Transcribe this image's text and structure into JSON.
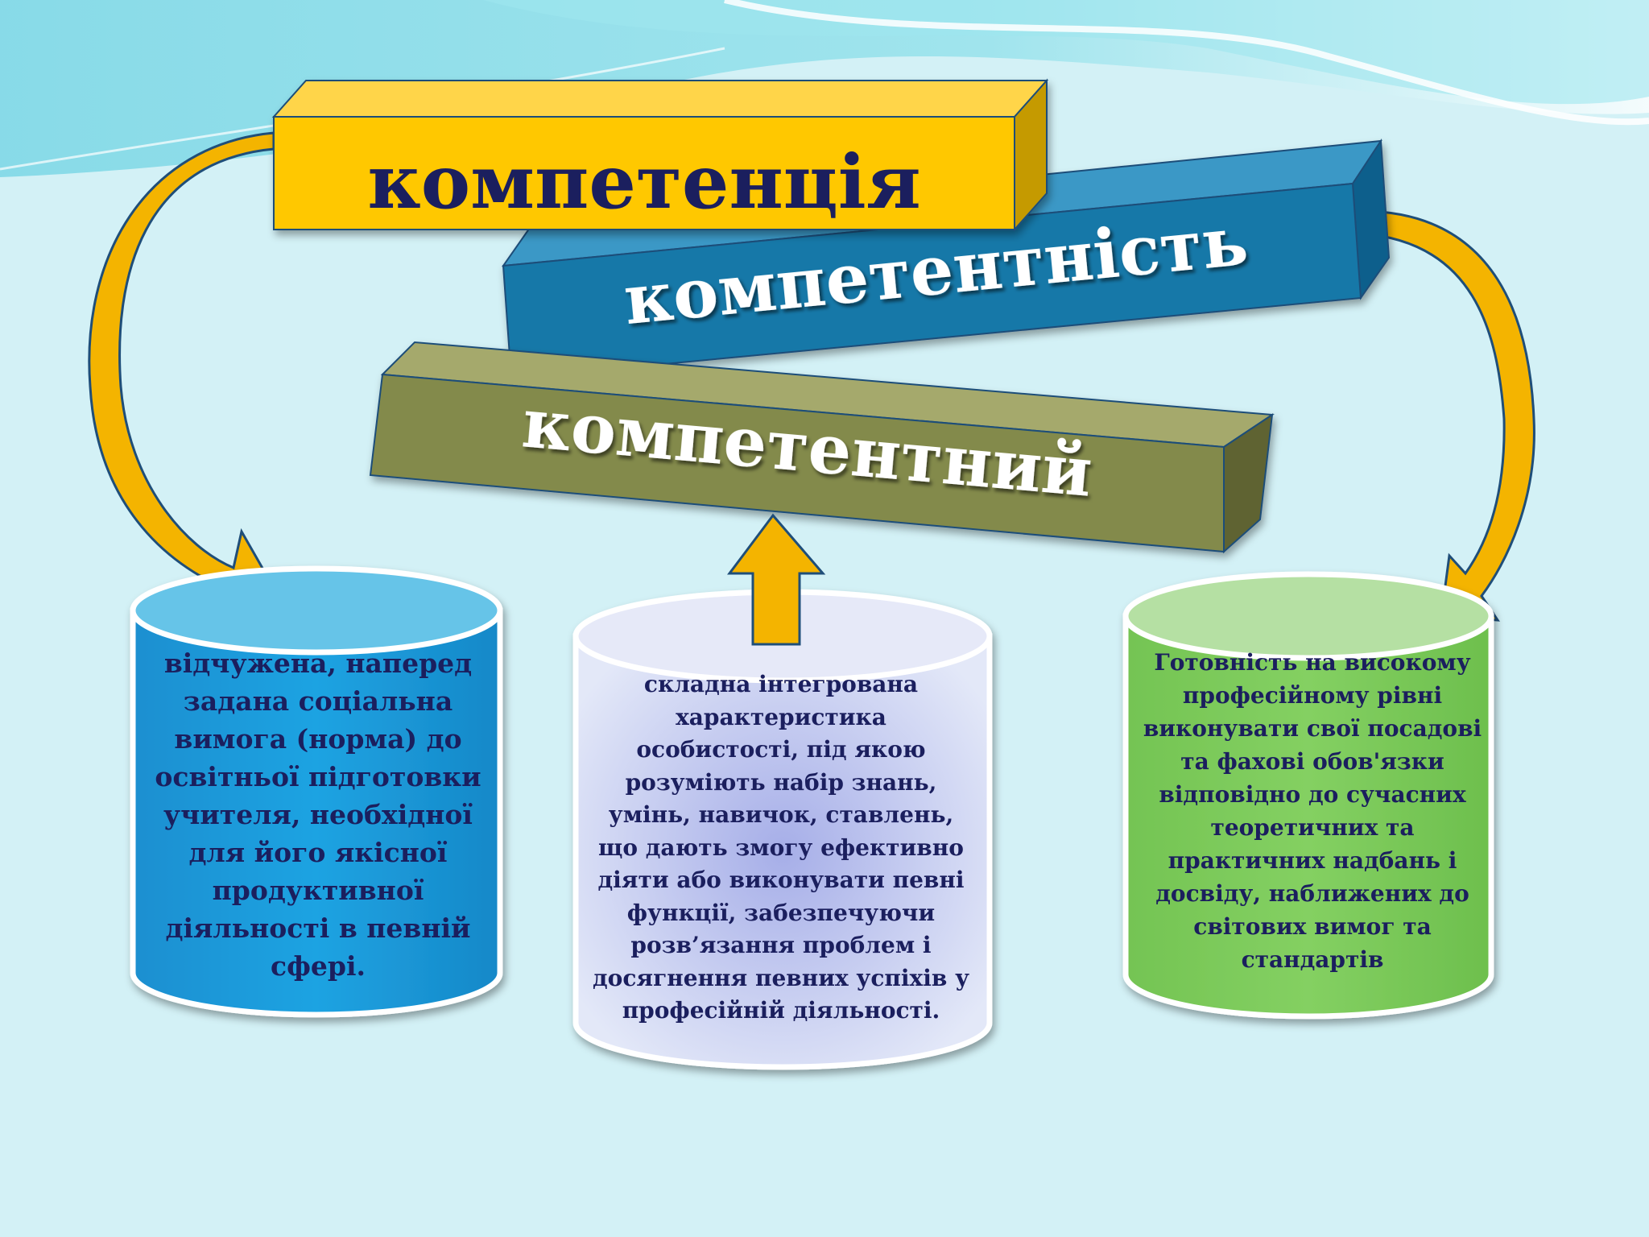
{
  "terms": {
    "competence": "компетенція",
    "competency": "компетентність",
    "competent": "компетентний"
  },
  "definitions": {
    "left": "відчужена, наперед\nзадана соціальна\nвимога (норма) до\nосвітньої підготовки\nучителя, необхідної\nдля його якісної\nпродуктивної\nдіяльності в певній\nсфері.",
    "middle": "складна інтегрована\nхарактеристика\nособистості, під якою\nрозуміють набір знань,\nумінь, навичок, ставлень,\nщо дають змогу ефективно\nдіяти або виконувати певні\nфункції, забезпечуючи\nрозв’язання проблем і\nдосягнення певних успіхів у\nпрофесійній діяльності.",
    "right": "Готовність на високому\nпрофесійному рівні\nвиконувати свої посадові\nта фахові обов'язки\nвідповідно до сучасних\nтеоретичних  та\nпрактичних надбань і\nдосвіду, наближених до\nсвітових вимог та\nстандартів"
  },
  "colors": {
    "background": "#d3f1f6",
    "yellow_beam": "#ffc800",
    "blue_beam": "#1478a8",
    "olive_beam": "#838a4c",
    "blue_cylinder": "#1e9cdc",
    "lavender_cylinder": "#c7cff1",
    "green_cylinder": "#7cc95b",
    "arrow_fill": "#f4b400",
    "text_dark": "#1b1f5e"
  }
}
